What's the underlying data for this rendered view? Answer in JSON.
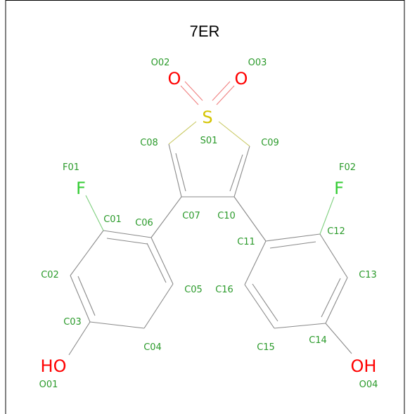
{
  "title": "7ER",
  "colors": {
    "label": "#2a9a2a",
    "oxygen": "#ff0000",
    "sulfur": "#d4c400",
    "fluorine": "#33cc33",
    "bond": "#8a8a8a"
  },
  "elements": {
    "S01": "S",
    "O02": "O",
    "O03": "O",
    "F01": "F",
    "F02": "F",
    "O01": "HO",
    "O04": "OH"
  },
  "atom_labels": {
    "O02": "O02",
    "O03": "O03",
    "S01": "S01",
    "C08": "C08",
    "C09": "C09",
    "F01": "F01",
    "F02": "F02",
    "C01": "C01",
    "C06": "C06",
    "C07": "C07",
    "C10": "C10",
    "C11": "C11",
    "C12": "C12",
    "C02": "C02",
    "C05": "C05",
    "C16": "C16",
    "C13": "C13",
    "C03": "C03",
    "C04": "C04",
    "C15": "C15",
    "C14": "C14",
    "O01": "O01",
    "O04": "O04"
  }
}
